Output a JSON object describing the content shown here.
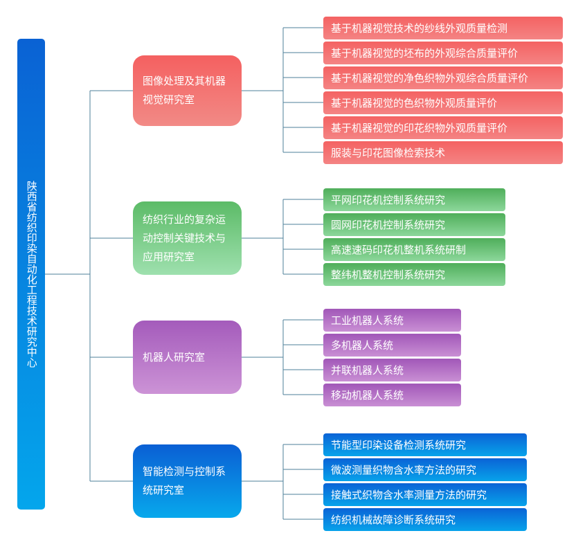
{
  "root": {
    "title": "陕西省纺织印染自动化工程技术研究中心"
  },
  "groups": [
    {
      "id": "imaging",
      "label": "图像处理及其机器视觉研究室",
      "color": "#f46262",
      "items": [
        "基于机器视觉技术的纱线外观质量检测",
        "基于机器视觉的坯布的外观综合质量评价",
        "基于机器视觉的净色织物外观综合质量评价",
        "基于机器视觉的色织物外观质量评价",
        "基于机器视觉的印花织物外观质量评价",
        "服装与印花图像检索技术"
      ]
    },
    {
      "id": "motion",
      "label": "纺织行业的复杂运动控制关键技术与应用研究室",
      "color": "#4fae5a",
      "items": [
        "平网印花机控制系统研究",
        "圆网印花机控制系统研究",
        "高速速码印花机整机系统研制",
        "整纬机整机控制系统研究"
      ]
    },
    {
      "id": "robot",
      "label": "机器人研究室",
      "color": "#a157b8",
      "items": [
        "工业机器人系统",
        "多机器人系统",
        "并联机器人系统",
        "移动机器人系统"
      ]
    },
    {
      "id": "detection",
      "label": "智能检测与控制系统研究室",
      "color": "#0b63d6",
      "items": [
        "节能型印染设备检测系统研究",
        "微波测量织物含水率方法的研究",
        "接触式织物含水率测量方法的研究",
        "纺织机械故障诊断系统研究"
      ]
    }
  ]
}
